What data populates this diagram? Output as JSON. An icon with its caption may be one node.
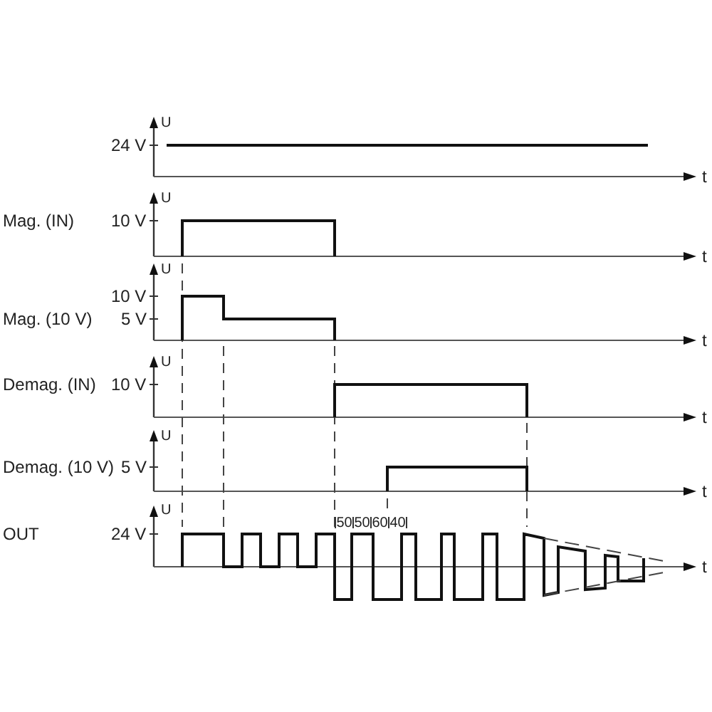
{
  "diagram": {
    "labels": [
      "U",
      "24 V",
      "t",
      "U",
      "Mag. (IN)",
      "10 V",
      "t",
      "U",
      "10 V",
      "Mag. (10 V)",
      "5 V",
      "t",
      "U",
      "Demag. (IN)",
      "10 V",
      "t",
      "U",
      "Demag. (10 V)",
      "5 V",
      "t",
      "U",
      "OUT",
      "24 V",
      "50",
      "50",
      "60",
      "40",
      "t"
    ]
  }
}
